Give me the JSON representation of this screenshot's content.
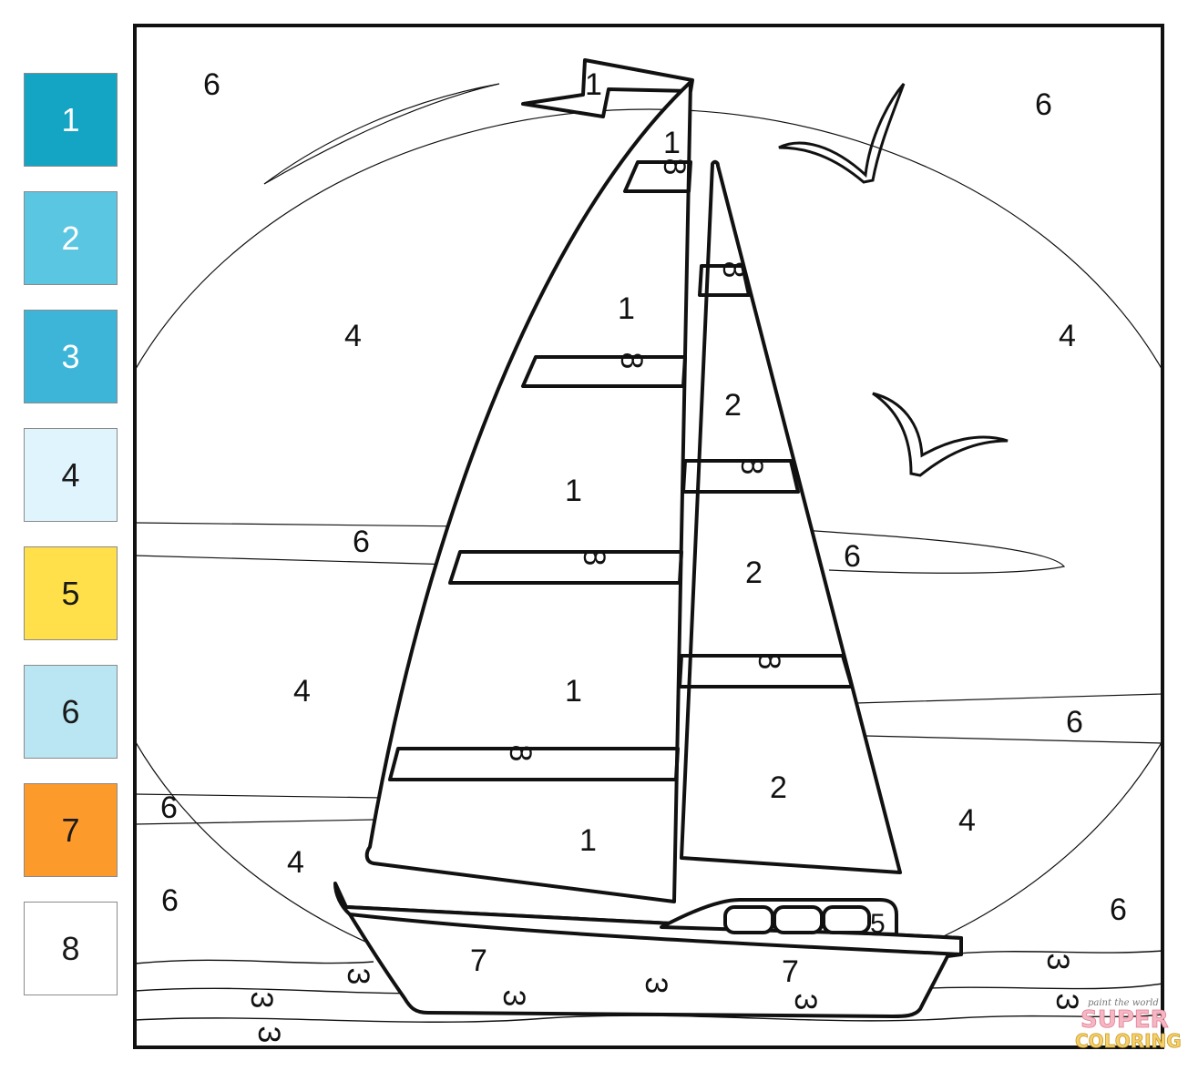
{
  "palette": [
    {
      "number": "1",
      "color": "#14a5c4"
    },
    {
      "number": "2",
      "color": "#5ac6e1"
    },
    {
      "number": "3",
      "color": "#3db5d8"
    },
    {
      "number": "4",
      "color": "#dff4fc"
    },
    {
      "number": "5",
      "color": "#ffe04a"
    },
    {
      "number": "6",
      "color": "#b9e6f2"
    },
    {
      "number": "7",
      "color": "#fd9a2c"
    },
    {
      "number": "8",
      "color": "#ffffff"
    }
  ],
  "regions": {
    "sky_tl": "6",
    "sky_tr": "6",
    "sky_left_4": "4",
    "sky_right_4": "4",
    "flag": "1",
    "sail_top": "1",
    "main_stripe_1": "8",
    "main_panel_1": "1",
    "main_stripe_2": "8",
    "main_panel_2": "1",
    "main_stripe_3": "8",
    "main_panel_3": "1",
    "main_stripe_4": "8",
    "main_panel_4": "1",
    "jib_stripe_1": "8",
    "jib_panel_1": "2",
    "jib_stripe_2": "8",
    "jib_panel_2": "2",
    "jib_stripe_3": "8",
    "jib_panel_3": "2",
    "cloud_left": "6",
    "cloud_right": "6",
    "sea_left_4": "4",
    "sea_right_6": "6",
    "sea_right_4": "4",
    "band_left_6": "6",
    "left_low_4": "4",
    "bottom_left_6": "6",
    "bottom_right_6": "6",
    "cabin_window": "5",
    "hull_left": "7",
    "hull_right": "7",
    "wave_1": "3",
    "wave_2": "3",
    "wave_3": "3",
    "wave_4": "3",
    "wave_5": "3",
    "wave_6": "3",
    "wave_7": "3",
    "wave_8": "3"
  },
  "watermark": {
    "line1": "paint the world",
    "line2": "SUPER",
    "line3": "COLORING"
  }
}
